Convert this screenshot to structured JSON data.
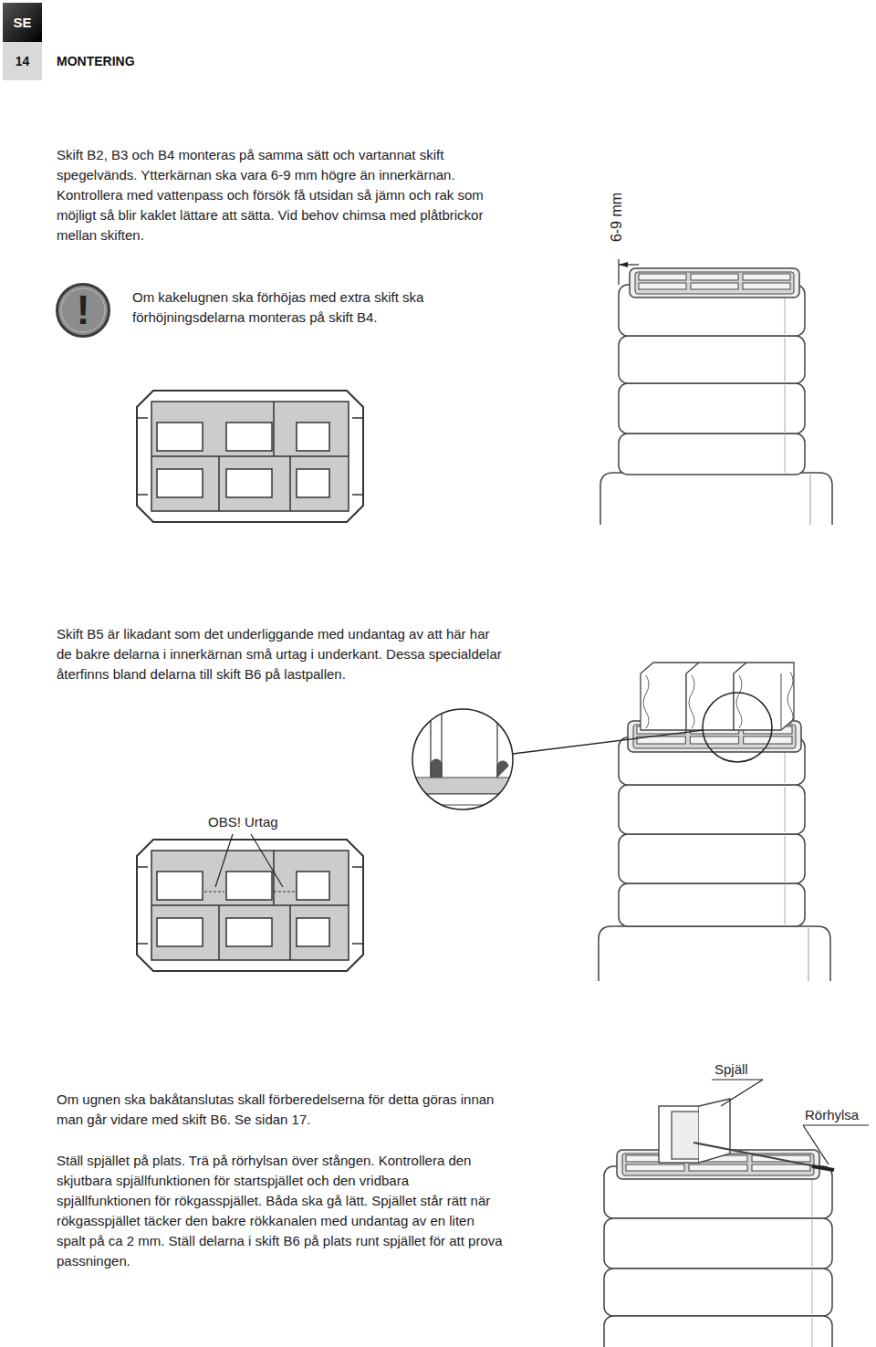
{
  "diagram": {
    "title": "MONTERING",
    "nodes": [
      {
        "text": [
          "SE"
        ]
      },
      {
        "text": [
          "14"
        ]
      },
      {
        "text": [
          "!"
        ]
      }
    ],
    "labels": [
      "Skift B2, B3 och B4 monteras på samma sätt och vartannat skift spegelvänds. Ytterkärnan ska vara 6-9 mm högre än innerkärnan. Kontrollera med vattenpass och försök få utsidan så jämn och rak som möjligt så blir kaklet lättare att sätta. Vid behov chimsa med plåtbrickor mellan skiften.",
      "6-9 mm",
      "Om kakelugnen ska förhöjas med extra skift ska förhöjningsdelarna monteras på skift B4.",
      "Skift B5 är likadant som det underliggande med undantag av att här har de bakre delarna i innerkärnan små urtag i underkant. Dessa specialdelar återfinns bland delarna till skift B6 på lastpallen.",
      "OBS! Urtag",
      "Om ugnen ska bakåtanslutas skall förberedelserna för detta göras innan man går vidare med skift B6. Se sidan 17.",
      "Spjäll",
      "Rörhylsa",
      "Ställ spjället på plats. Trä på rörhylsan över stången. Kontrollera den skjutbara spjällfunktionen för startspjället och den vridbara spjällfunktionen för rökgasspjället. Båda ska gå lätt. Spjället står rätt när rökgasspjället täcker den bakre rökkanalen med undantag av en liten spalt på ca 2 mm. Ställ delarna i skift B6 på plats runt spjället för att prova passningen."
    ]
  }
}
